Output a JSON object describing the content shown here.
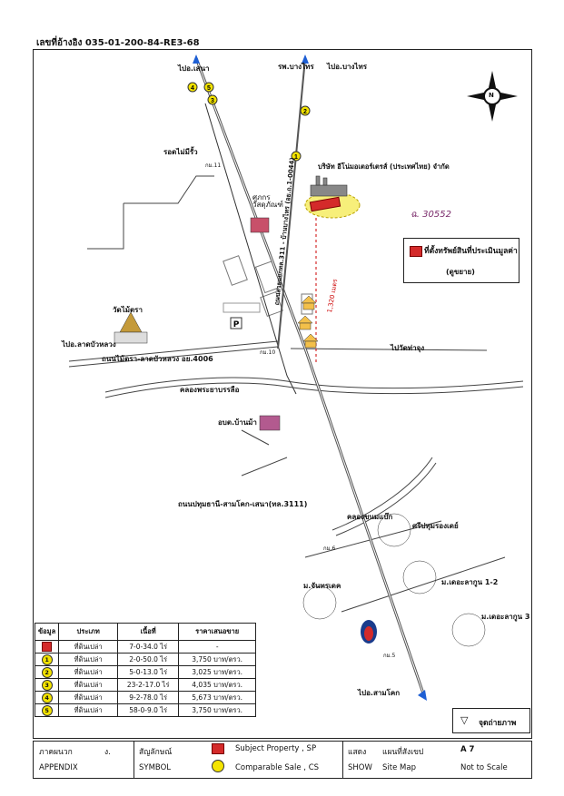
{
  "ref_number": "เลขที่อ้างอิง 035-01-200-84-RE3-68",
  "colors": {
    "subject": "#d42a2a",
    "comparable": "#f4e400",
    "road": "#555555",
    "north": "#111111"
  },
  "map_labels": {
    "to_sena": "ไปอ.เสนา",
    "hosp_bangsai": "รพ.บางไทร",
    "to_bangsai": "ไปอ.บางไทร",
    "rail_crossing": "รอดไม่มีรั้ว",
    "km11": "กม.11",
    "company": "บริษัท อีโน่มอเตอร์เตรส์ (ประเทศไทย) จำกัด",
    "road_3309": "ถนนสายแยกทล.311 - บ้านบางไทร (อย.ถ.1-0044)",
    "hardware": "ศูภกร\nวัสดุภัณฑ์",
    "handwritten": "ฉ. 30552",
    "distance": "1,320 เมตร",
    "wat_maitra": "วัดไม้ตรา",
    "to_latbualuang": "ไปอ.ลาดบัวหลวง",
    "road_4006": "ถนนไม้ตรา-ลาดบัวหลวง อย.4006",
    "km10": "กม.10",
    "to_watchum": "ไปวัดท่าจุง",
    "canal1": "คลองพระยาบรรลือ",
    "sao_banma": "อบต.บ้านม้า",
    "road_3111": "ถนนปทุมธานี-สามโคก-เสนา(ทล.3111)",
    "canal2": "คลองขนมแบ๊ก",
    "sripathum": "ศรีปทุมรองเดย์",
    "km6": "กม.6",
    "m_chanthakhet": "ม.จันทรเดค",
    "m_lakoon12": "ม.เดอะลากูน 1-2",
    "m_lakoon3": "ม.เดอะลากูน 3",
    "km5": "กม.5",
    "to_samkhok": "ไปอ.สามโคก",
    "north": "N",
    "comps": [
      "1",
      "2",
      "3",
      "4",
      "5"
    ]
  },
  "legend": {
    "title": "ที่ตั้งทรัพย์สินที่ประเมินมูลค่า",
    "subtitle": "(ดูขยาย)"
  },
  "table": {
    "headers": [
      "ข้อมูล",
      "ประเภท",
      "เนื้อที่",
      "ราคาเสนอขาย"
    ],
    "rows": [
      {
        "id": "sq",
        "type": "ที่ดินเปล่า",
        "area": "7-0-34.0 ไร่",
        "price": "-"
      },
      {
        "id": "1",
        "type": "ที่ดินเปล่า",
        "area": "2-0-50.0 ไร่",
        "price": "3,750 บาท/ตรว."
      },
      {
        "id": "2",
        "type": "ที่ดินเปล่า",
        "area": "5-0-13.0 ไร่",
        "price": "3,025 บาท/ตรว."
      },
      {
        "id": "3",
        "type": "ที่ดินเปล่า",
        "area": "23-2-17.0 ไร่",
        "price": "4,035 บาท/ตรว."
      },
      {
        "id": "4",
        "type": "ที่ดินเปล่า",
        "area": "9-2-78.0 ไร่",
        "price": "5,673 บาท/ตรว."
      },
      {
        "id": "5",
        "type": "ที่ดินเปล่า",
        "area": "58-0-9.0 ไร่",
        "price": "3,750 บาท/ตรว."
      }
    ]
  },
  "photo_point": "จุดถ่ายภาพ",
  "footer": {
    "appendix_th": "ภาคผนวก",
    "appendix_letter": "ง.",
    "appendix_en": "APPENDIX",
    "symbol_th": "สัญลักษณ์",
    "symbol_en": "SYMBOL",
    "subject": "Subject  Property , SP",
    "comparable": "Comparable Sale , CS",
    "show_th": "แสดง",
    "show_en": "SHOW",
    "map_th": "แผนที่สังเขป",
    "map_en": "Site Map",
    "page": "A 7",
    "scale": "Not to Scale"
  }
}
